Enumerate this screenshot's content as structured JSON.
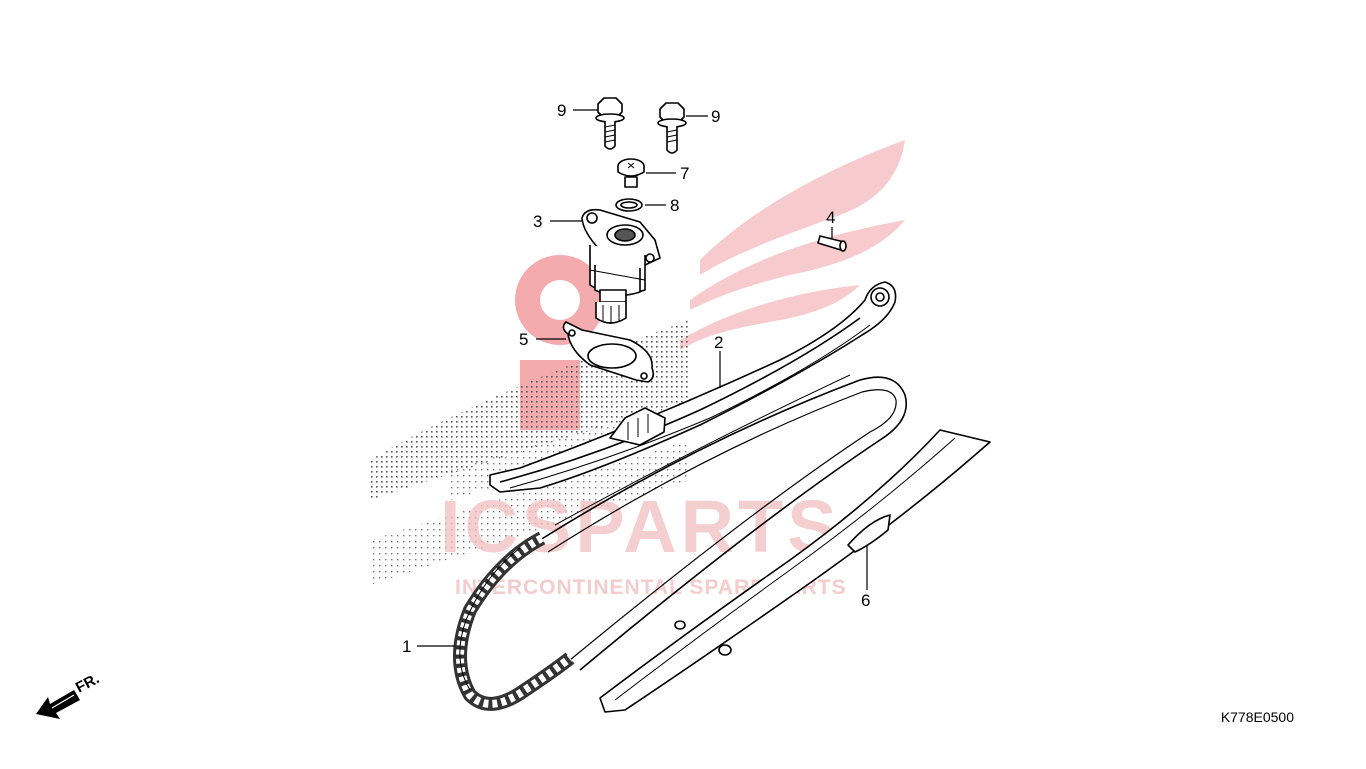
{
  "diagram": {
    "callouts": [
      {
        "id": "1",
        "part": "cam-chain"
      },
      {
        "id": "2",
        "part": "tensioner-slipper"
      },
      {
        "id": "3",
        "part": "tensioner-lifter"
      },
      {
        "id": "4",
        "part": "pin"
      },
      {
        "id": "5",
        "part": "gasket"
      },
      {
        "id": "6",
        "part": "guide-slipper"
      },
      {
        "id": "7",
        "part": "sealing-bolt"
      },
      {
        "id": "8",
        "part": "o-ring"
      },
      {
        "id": "9",
        "part": "flange-bolt"
      }
    ],
    "front_label": "FR.",
    "diagram_code": "K778E0500"
  },
  "watermark": {
    "brand": "ICSPARTS",
    "tagline": "INTERCONTINENTAL SPARE PARTS",
    "color": "#e21b23"
  }
}
